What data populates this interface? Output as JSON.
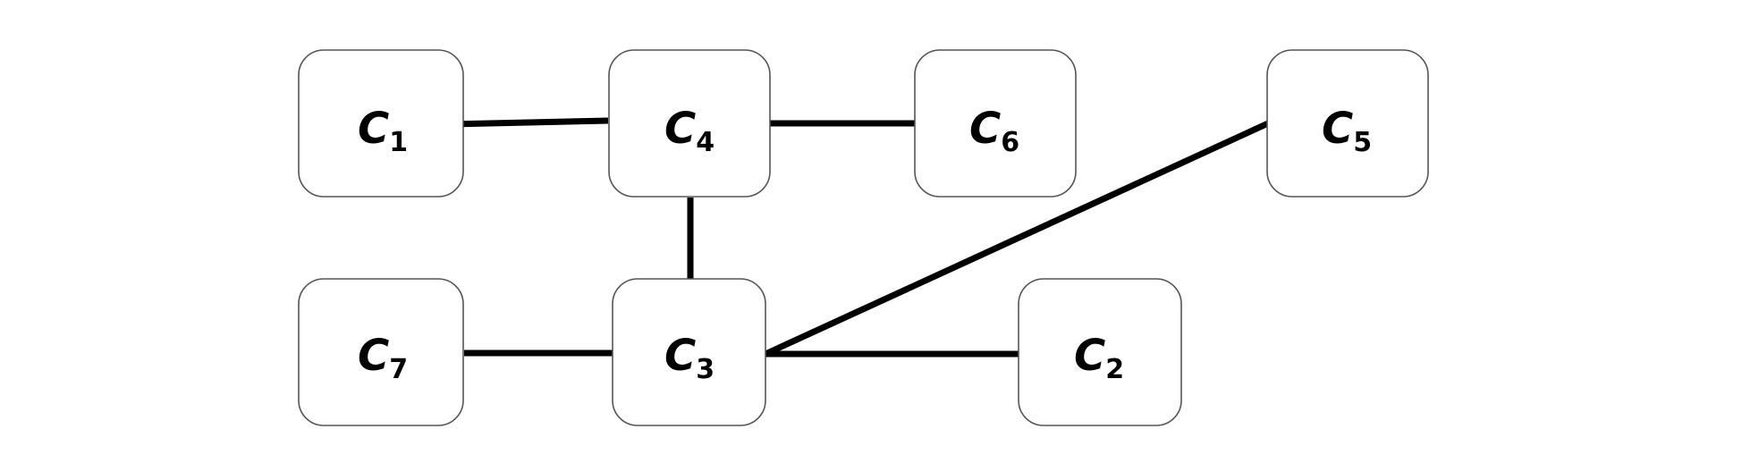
{
  "diagram": {
    "nodes": [
      {
        "id": "c1",
        "letter": "C",
        "sub": "1"
      },
      {
        "id": "c4",
        "letter": "C",
        "sub": "4"
      },
      {
        "id": "c6",
        "letter": "C",
        "sub": "6"
      },
      {
        "id": "c5",
        "letter": "C",
        "sub": "5"
      },
      {
        "id": "c7",
        "letter": "C",
        "sub": "7"
      },
      {
        "id": "c3",
        "letter": "C",
        "sub": "3"
      },
      {
        "id": "c2",
        "letter": "C",
        "sub": "2"
      }
    ],
    "edges": [
      {
        "from": "c1",
        "to": "c4"
      },
      {
        "from": "c4",
        "to": "c6"
      },
      {
        "from": "c4",
        "to": "c3"
      },
      {
        "from": "c7",
        "to": "c3"
      },
      {
        "from": "c3",
        "to": "c2"
      },
      {
        "from": "c3",
        "to": "c5"
      }
    ],
    "colors": {
      "edge": "#000000",
      "node_border": "#555555",
      "node_fill": "#ffffff"
    }
  }
}
